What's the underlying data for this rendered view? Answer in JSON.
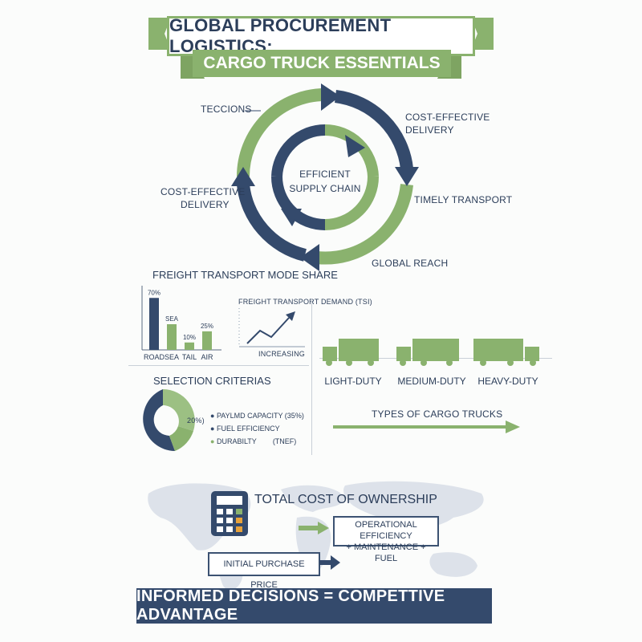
{
  "title": {
    "line1": "GLOBAL PROCUREMENT LOGISTICS:",
    "line2": "CARGO TRUCK ESSENTIALS"
  },
  "cycle": {
    "center_line1": "EFFICIENT",
    "center_line2": "SUPPLY CHAIN",
    "labels": [
      "TECCIONS",
      "COST-EFFECTIVE",
      "DELIVERY",
      "COST-EFFECTIVE",
      "DELIVERY",
      "TIMELY TRANSPORT",
      "GLOBAL REACH"
    ]
  },
  "mode_share": {
    "title": "FREIGHT TRANSPORT MODE SHARE"
  },
  "demand": {
    "title": "FREIGHT TRANSPORT DEMAND (TSI)",
    "caption": "INCREASING"
  },
  "trucks": {
    "labels": [
      "LIGHT-DUTY",
      "MEDIUM-DUTY",
      "HEAVY-DUTY"
    ],
    "arrow_label": "TYPES OF CARGO TRUCKS"
  },
  "criteria": {
    "title": "SELECTION CRITERIAS",
    "donut_label": "20%)",
    "legend": [
      {
        "label": "PAYLMD CAPACITY (35%)",
        "color": "#344a6c"
      },
      {
        "label": "FUEL EFFICIENCY",
        "color": "#344a6c"
      },
      {
        "label": "DURABILTY",
        "color": "#8ab26e"
      }
    ],
    "legend_extra": "(TNEF)"
  },
  "tco": {
    "title": "TOTAL COST OF OWNERSHIP",
    "box1_line1": "OPERATIONAL EFFICIENCY",
    "box1_line2": "+ MAINTENANCE + FUEL",
    "box2": "INITIAL PURCHASE PRICE"
  },
  "footer": "INFORMED DECISIONS = COMPETTIVE ADVANTAGE",
  "chart_data": {
    "type": "bar",
    "title": "",
    "categories": [
      "ROAD",
      "SEA",
      "TAIL",
      "AIR"
    ],
    "values": [
      70,
      null,
      10,
      25
    ],
    "value_labels": [
      "70%",
      "SEA",
      "10%",
      "25%"
    ],
    "colors": [
      "#344a6c",
      "#8ab26e",
      "#8ab26e",
      "#8ab26e"
    ],
    "ylim": [
      0,
      80
    ]
  }
}
